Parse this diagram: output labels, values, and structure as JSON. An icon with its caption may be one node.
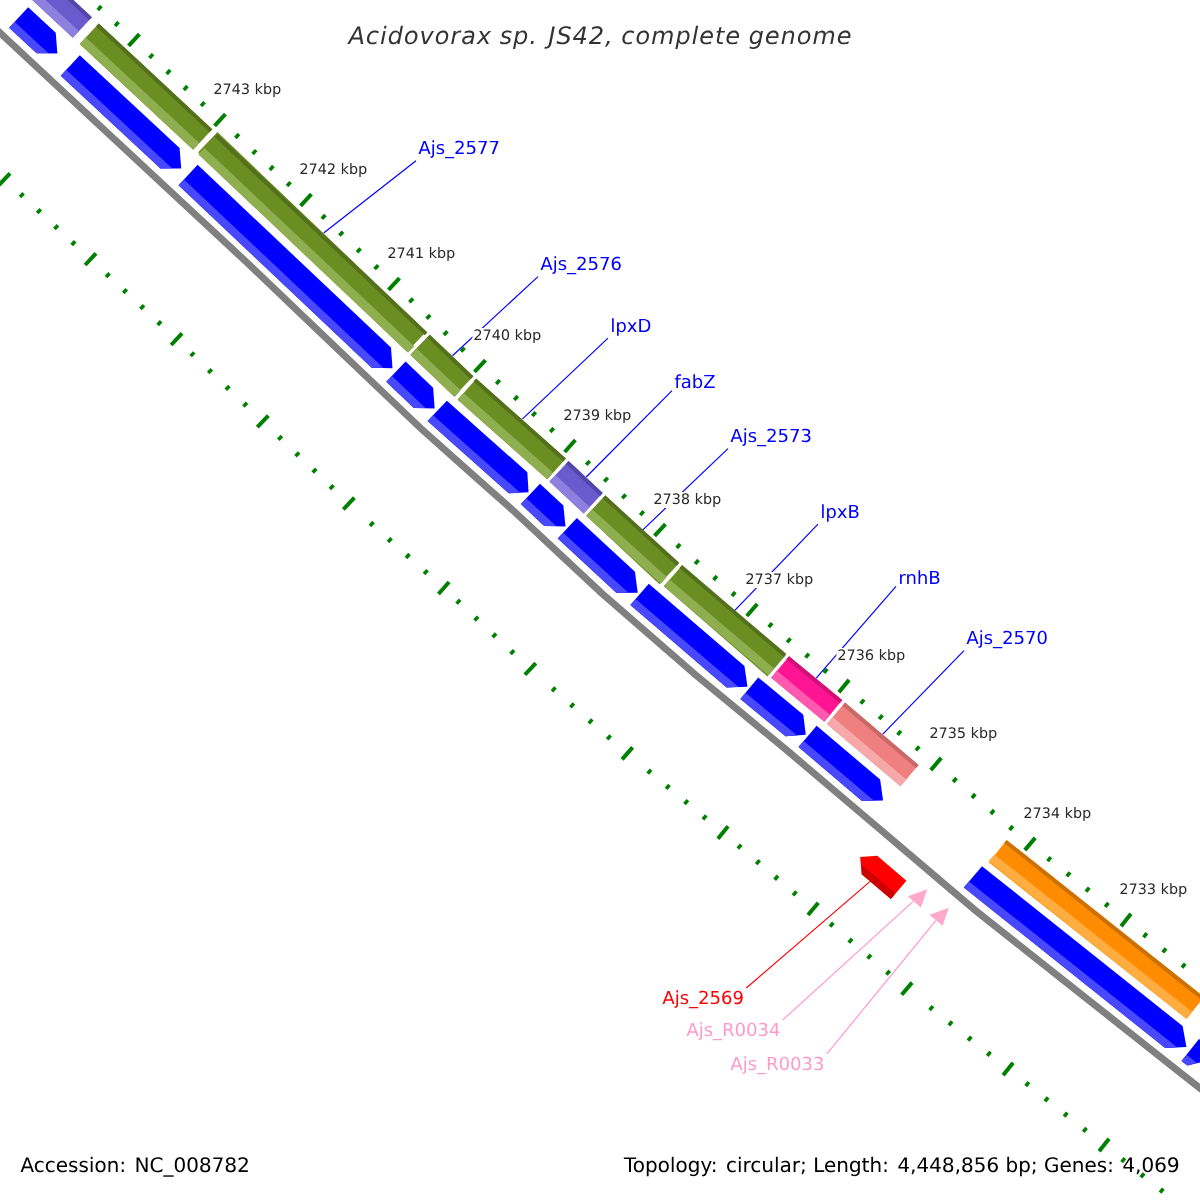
{
  "diagram": {
    "title": "Acidovorax sp. JS42, complete genome",
    "nodes": [
      {
        "text": [
          "Ajs_2577"
        ]
      },
      {
        "text": [
          "Ajs_2576"
        ]
      },
      {
        "text": [
          "lpxD"
        ]
      },
      {
        "text": [
          "fabZ"
        ]
      },
      {
        "text": [
          "Ajs_2573"
        ]
      },
      {
        "text": [
          "lpxB"
        ]
      },
      {
        "text": [
          "rnhB"
        ]
      },
      {
        "text": [
          "Ajs_2570"
        ]
      },
      {
        "text": [
          "Ajs_2569"
        ]
      },
      {
        "text": [
          "Ajs_R0034"
        ]
      },
      {
        "text": [
          "Ajs_R0033"
        ]
      },
      {
        "text": [],
        "shape": "bar"
      },
      {
        "text": [],
        "shape": "pentagon"
      },
      {
        "text": [],
        "shape": "bar"
      },
      {
        "text": [],
        "shape": "pentagon"
      },
      {
        "text": [],
        "shape": "bar"
      },
      {
        "text": [],
        "shape": "pentagon"
      },
      {
        "text": [],
        "shape": "bar"
      },
      {
        "text": [],
        "shape": "pentagon"
      },
      {
        "text": [],
        "shape": "pentagon"
      },
      {
        "text": [],
        "shape": "bar"
      },
      {
        "text": [],
        "shape": "pentagon"
      },
      {
        "text": [],
        "shape": "bar"
      },
      {
        "text": [],
        "shape": "pentagon"
      },
      {
        "text": [],
        "shape": "bar"
      },
      {
        "text": [],
        "shape": "pentagon"
      },
      {
        "text": [],
        "shape": "bar"
      },
      {
        "text": [],
        "shape": "pentagon"
      },
      {
        "text": [],
        "shape": "bar"
      },
      {
        "text": [],
        "shape": "pentagon"
      },
      {
        "text": [],
        "shape": "bar"
      },
      {
        "text": [],
        "shape": "pentagon"
      },
      {
        "text": [],
        "shape": "triangle"
      },
      {
        "text": [],
        "shape": "triangle"
      },
      {
        "text": [],
        "shape": "bar"
      },
      {
        "text": [],
        "shape": "pentagon"
      },
      {
        "text": [],
        "shape": "pentagon"
      }
    ],
    "edges": [
      {
        "from": 0,
        "to": 15,
        "arrow": "none"
      },
      {
        "from": 1,
        "to": 17,
        "arrow": "none"
      },
      {
        "from": 2,
        "to": 20,
        "arrow": "none"
      },
      {
        "from": 3,
        "to": 22,
        "arrow": "none"
      },
      {
        "from": 4,
        "to": 24,
        "arrow": "none"
      },
      {
        "from": 5,
        "to": 26,
        "arrow": "none"
      },
      {
        "from": 6,
        "to": 28,
        "arrow": "none"
      },
      {
        "from": 7,
        "to": 30,
        "arrow": "none"
      },
      {
        "from": 8,
        "to": 31,
        "arrow": "none",
        "color": "#ff0000"
      },
      {
        "from": 9,
        "to": 32,
        "arrow": "none",
        "color": "#ff99cc"
      },
      {
        "from": 10,
        "to": 33,
        "arrow": "none",
        "color": "#ff99cc"
      }
    ],
    "labels": [
      "2743 kbp",
      "2742 kbp",
      "2741 kbp",
      "2740 kbp",
      "2739 kbp",
      "2738 kbp",
      "2737 kbp",
      "2736 kbp",
      "2735 kbp",
      "2734 kbp",
      "2733 kbp",
      "Accession: NC_008782",
      "Topology: circular; Length: 4,448,856 bp; Genes: 4,069"
    ]
  }
}
